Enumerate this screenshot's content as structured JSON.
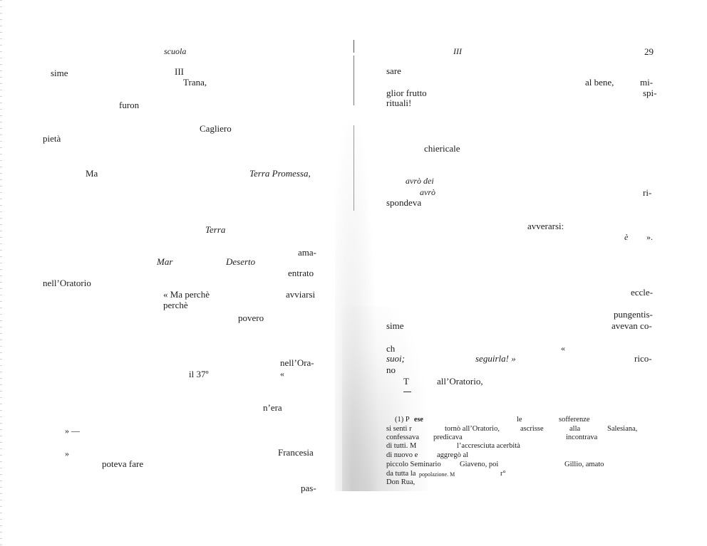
{
  "left_page": {
    "header": "scuola",
    "words": {
      "sime": "sime",
      "section": "III",
      "trana": "Trana,",
      "furon": "furon",
      "cagliero": "Cagliero",
      "pieta": "pietà",
      "ma": "Ma",
      "terra_promessa": "Terra Promessa,",
      "terra": "Terra",
      "ama": "ama-",
      "mar": "Mar",
      "deserto": "Deserto",
      "entrato": "entrato",
      "nell_oratorio": "nell’Oratorio",
      "ma_perche": "« Ma perchè",
      "avviarsi": "avviarsi",
      "perche": "perchè",
      "povero": "povero",
      "nell_ora": "nell’Ora-",
      "il_37": "il 37º",
      "guillemet_open": "«",
      "n_era": "n’era",
      "close_dash": "» —",
      "close_quote": "»",
      "francesia": "Francesia",
      "poteva_fare": "poteva  fare",
      "pas": "pas-"
    }
  },
  "right_page": {
    "header": "III",
    "page_number": "29",
    "words": {
      "sare": "sare",
      "al_bene": "al bene,",
      "mi": "mi-",
      "glior_frutto": "glior frutto",
      "spi": "spi-",
      "rituali": "rituali!",
      "chiericale": "chiericale",
      "avro_dei": "avrò dei",
      "avro": "avrò",
      "ri": "ri-",
      "spondeva": "spondeva",
      "avverarsi": "avverarsi:",
      "e": "è",
      "close_guillemet": "».",
      "eccle": "eccle-",
      "pungentis": "pungentis-",
      "sime": "sime",
      "avevan_co": "avevan co-",
      "ch": "ch",
      "guillemet": "«",
      "suoi": "suoi;",
      "seguirla": "seguirla! »",
      "rico": "rico-",
      "no": "no",
      "t": "T",
      "all_oratorio": "all’Oratorio,"
    },
    "footnote": {
      "marker": "(1) P",
      "ese": "ese",
      "le": "le",
      "sofferenze": "sofferenze",
      "si_senti": "si sentì r",
      "torno": "tornò all’Oratorio,",
      "ascrisse": "ascrisse",
      "alla": "alla",
      "salesiana": "Salesiana,",
      "confessava": "confessava",
      "predicava": "predicava",
      "incontrava": "incontrava",
      "di_tutti": "di tutti. M",
      "accresciuta": "l’accresciuta acerbità",
      "di_nuovo": "di nuovo  e",
      "aggrego": "aggregò al",
      "piccolo": "piccolo Seminario",
      "giaveno": "Giaveno, poi",
      "gillio": "Gillio, amato",
      "da_tutta": "da tutta la",
      "popolazione": "popolazione. M",
      "r": "r°",
      "don_rua": "Don Rua,"
    }
  }
}
